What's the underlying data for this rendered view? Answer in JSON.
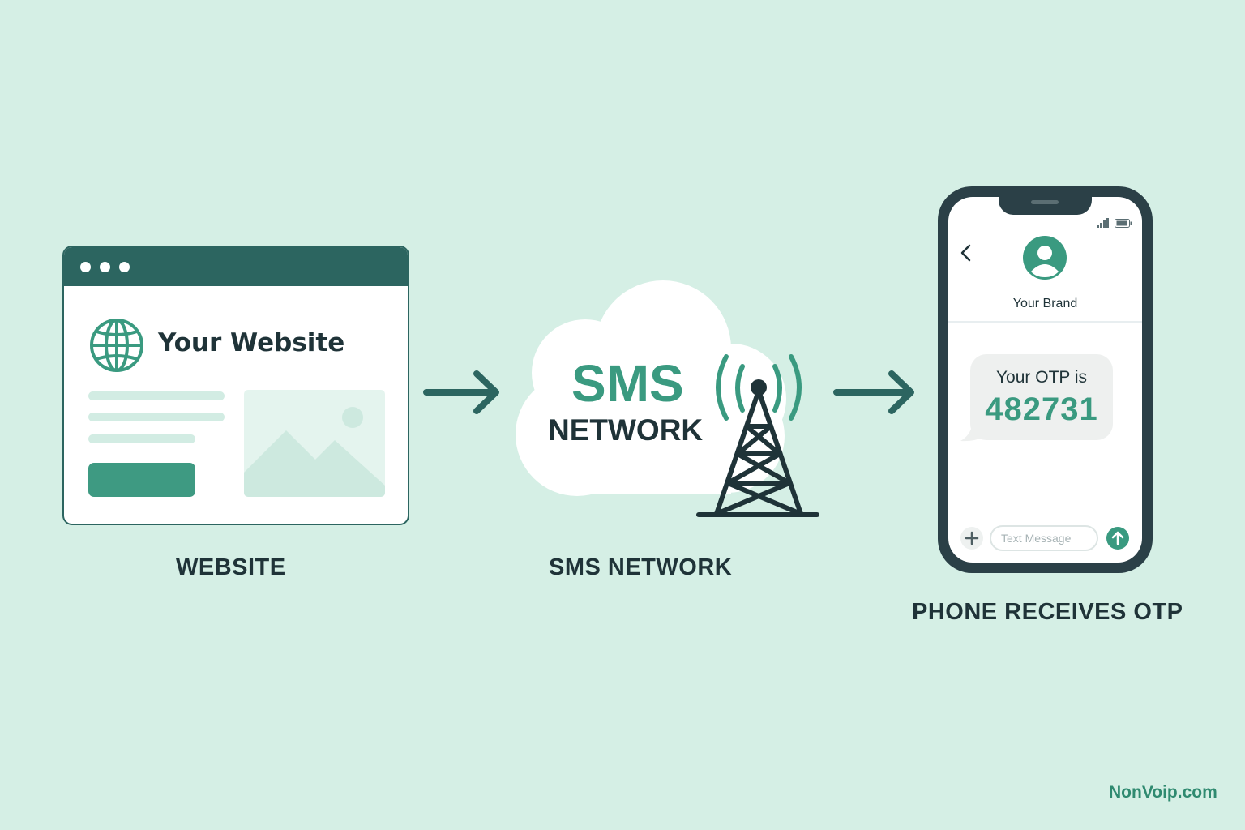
{
  "website": {
    "title": "Your Website",
    "label": "WEBSITE"
  },
  "network": {
    "cloud_title": "SMS",
    "cloud_subtitle": "NETWORK",
    "label": "SMS NETWORK"
  },
  "phone": {
    "contact_name": "Your Brand",
    "message_line1": "Your OTP is",
    "otp_code": "482731",
    "input_placeholder": "Text Message",
    "label": "PHONE RECEIVES OTP"
  },
  "footer": {
    "brand": "NonVoip.com"
  },
  "colors": {
    "background": "#d5efe5",
    "primary_dark": "#2c6560",
    "accent": "#3a9a80",
    "text": "#1f3338"
  },
  "icons": [
    "globe-icon",
    "image-icon",
    "cell-tower-icon",
    "signal-icon",
    "battery-icon",
    "back-chevron-icon",
    "avatar-icon",
    "plus-icon",
    "send-arrow-icon",
    "flow-arrow-icon"
  ]
}
